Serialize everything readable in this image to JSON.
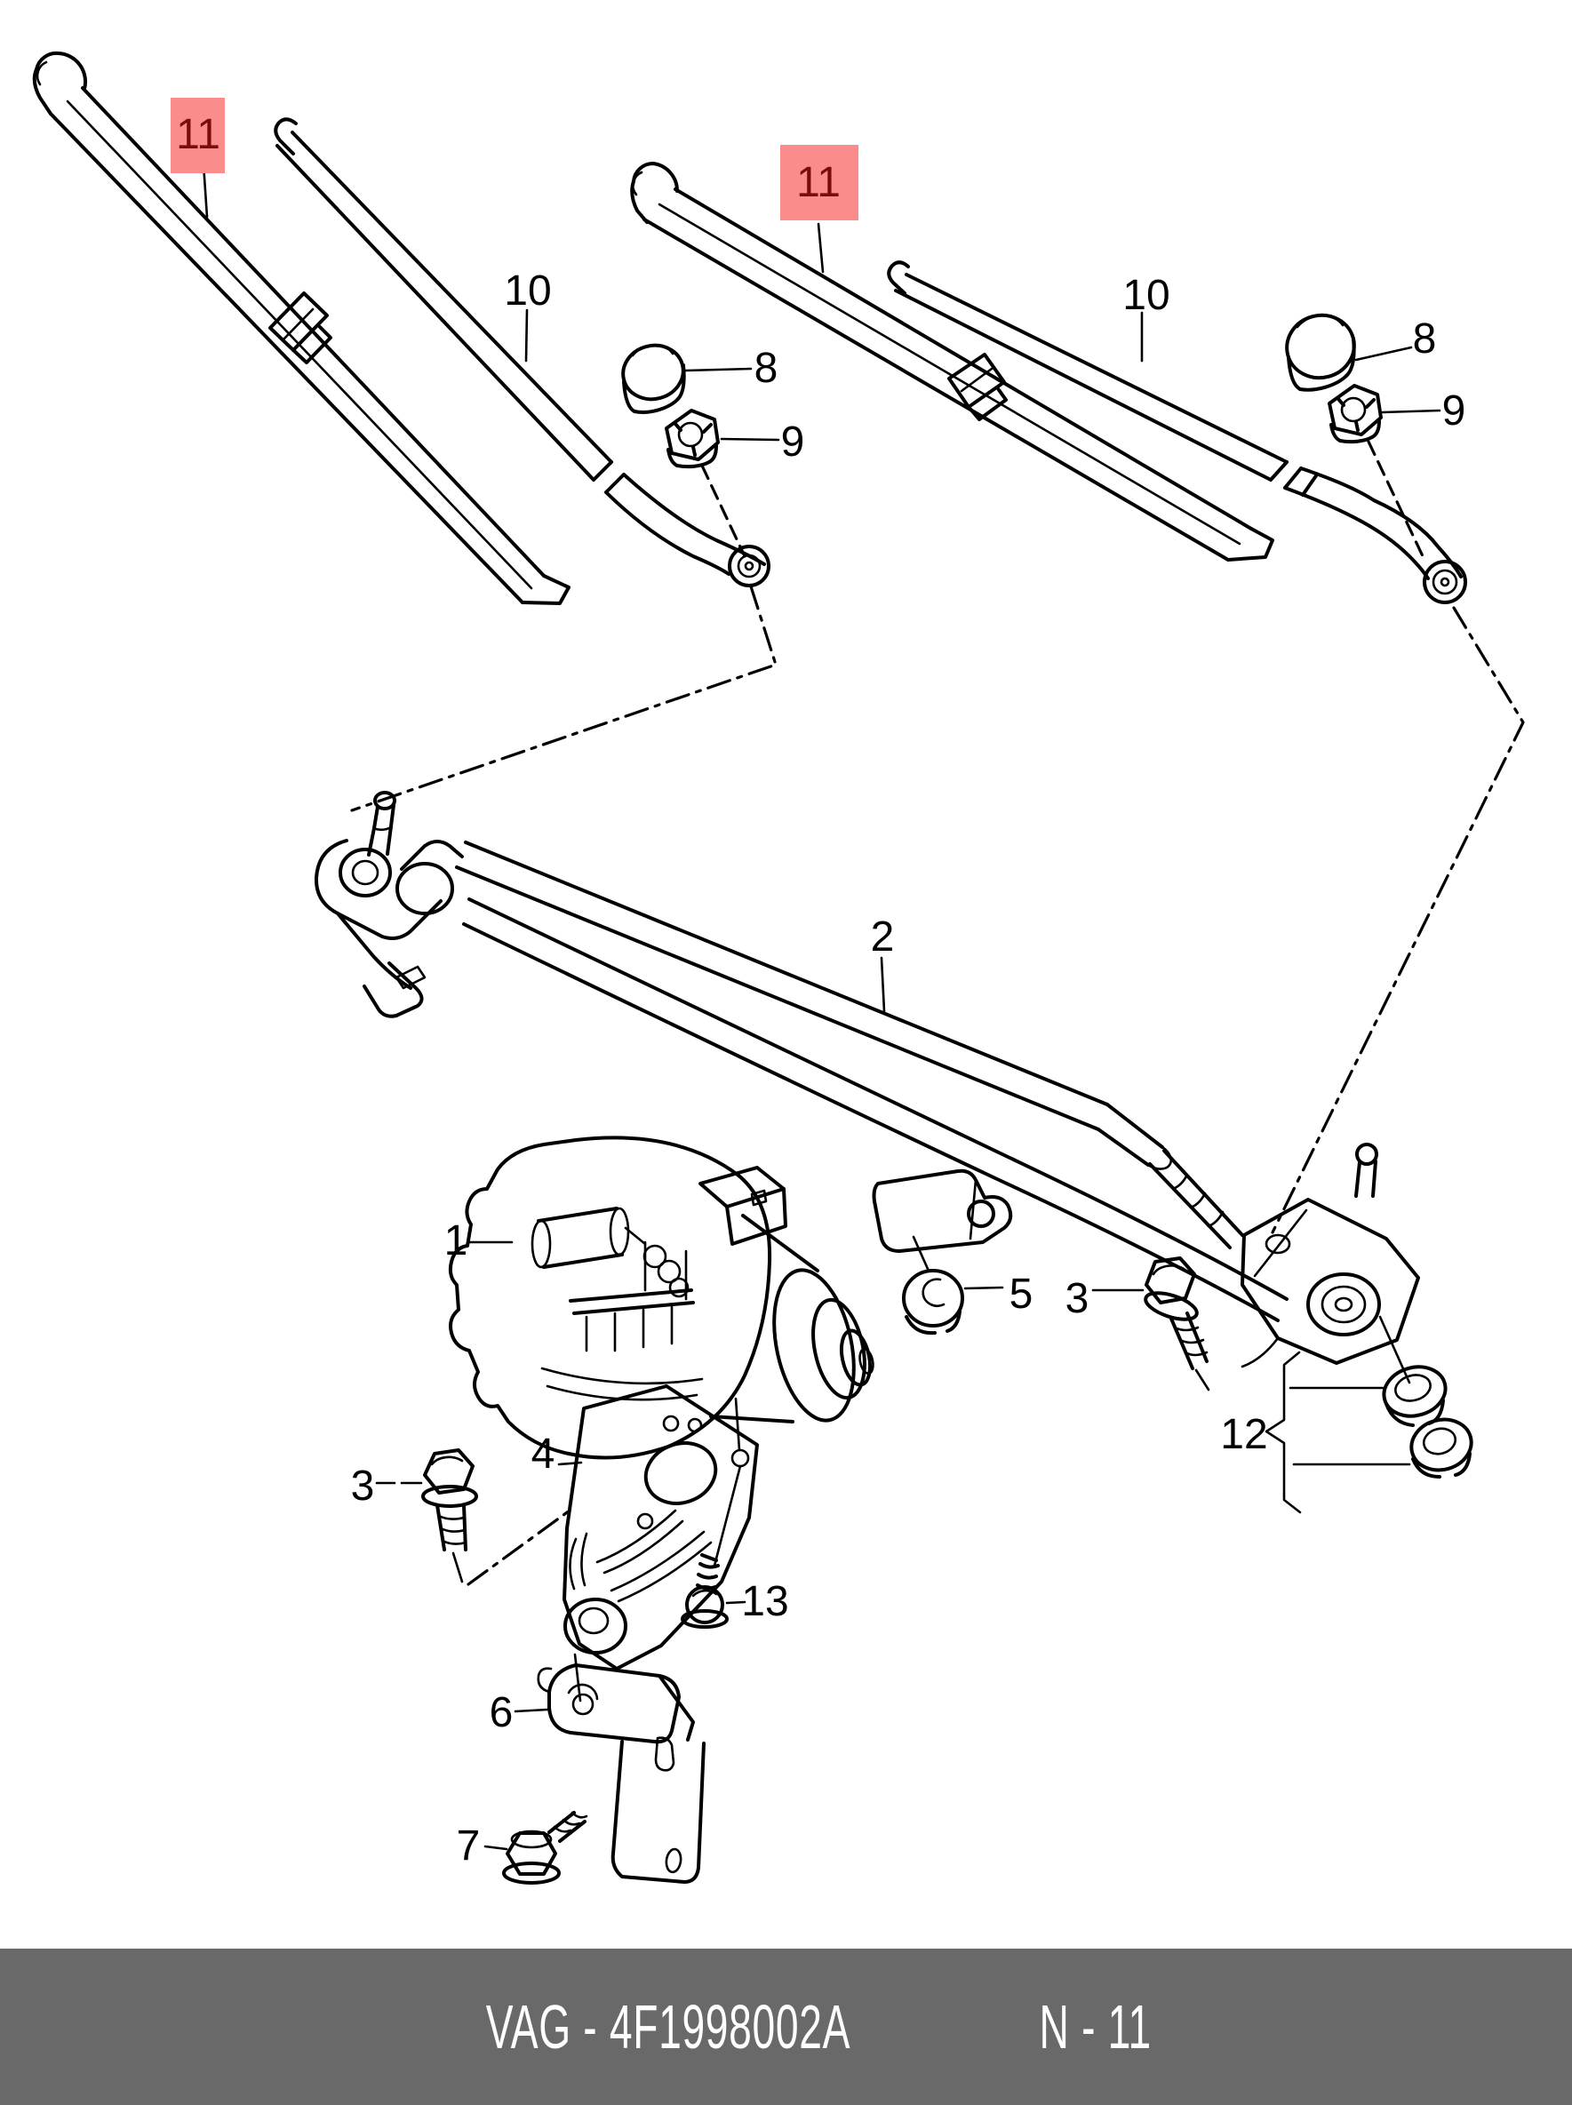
{
  "page": {
    "background": "#ffffff",
    "line_color": "#000000"
  },
  "highlight": {
    "box_color": "#fa8c8c",
    "digit_color": "#7c0b0b"
  },
  "callouts": {
    "blade_left": {
      "text": "11",
      "highlighted": true
    },
    "blade_right": {
      "text": "11",
      "highlighted": true
    },
    "arm_left": {
      "text": "10",
      "highlighted": false
    },
    "arm_right": {
      "text": "10",
      "highlighted": false
    },
    "cap_left": {
      "text": "8",
      "highlighted": false
    },
    "cap_right": {
      "text": "8",
      "highlighted": false
    },
    "nut_left": {
      "text": "9",
      "highlighted": false
    },
    "nut_right": {
      "text": "9",
      "highlighted": false
    },
    "motor": {
      "text": "1",
      "highlighted": false
    },
    "linkage": {
      "text": "2",
      "highlighted": false
    },
    "screw_left": {
      "text": "3",
      "highlighted": false
    },
    "screw_right": {
      "text": "3",
      "highlighted": false
    },
    "plate": {
      "text": "4",
      "highlighted": false
    },
    "grommet": {
      "text": "5",
      "highlighted": false
    },
    "bracket": {
      "text": "6",
      "highlighted": false
    },
    "bolt": {
      "text": "7",
      "highlighted": false
    },
    "bushings": {
      "text": "12",
      "highlighted": false
    },
    "screw_13": {
      "text": "13",
      "highlighted": false
    }
  },
  "footer": {
    "catalog_code": "VAG - 4F1998002A",
    "page_ref": "N - 11",
    "background": "#696969",
    "text_color": "#ffffff"
  }
}
